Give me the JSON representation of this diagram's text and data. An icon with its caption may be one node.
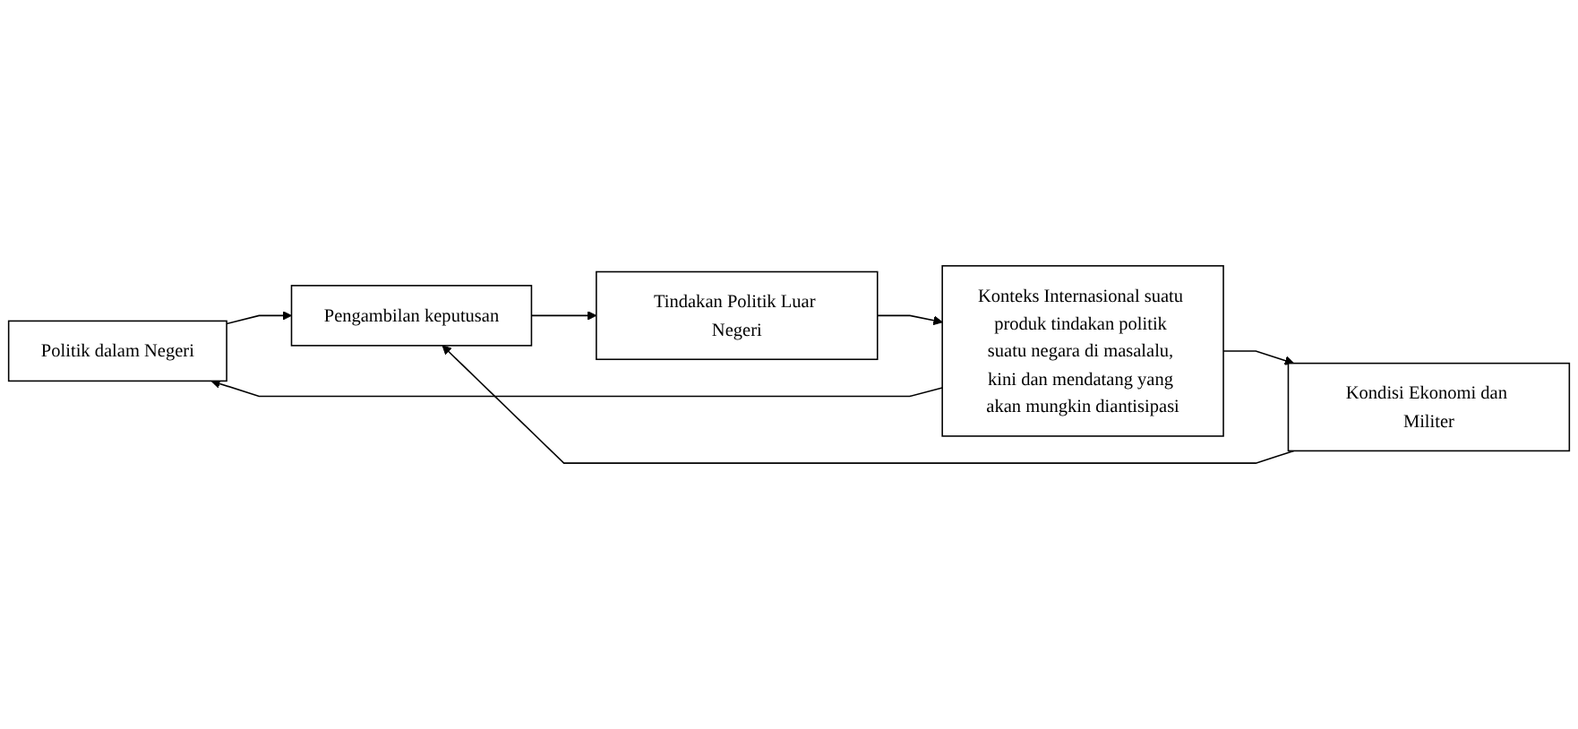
{
  "diagram": {
    "nodes": [
      {
        "text": [
          "Politik dalam Negeri"
        ]
      },
      {
        "text": [
          "Pengambilan keputusan"
        ]
      },
      {
        "text": [
          "Kondisi Ekonomi dan Militer"
        ]
      },
      {
        "text": [
          "Tindakan Politik Luar Negeri"
        ]
      },
      {
        "text": [
          "Konteks Internasional suatu produk tindakan politik suatu negara di masalalu, kini dan mendatang yang akan mungkin diantisipasi"
        ]
      }
    ],
    "edges": [
      {
        "from": 0,
        "to": 1,
        "arrow": "to"
      },
      {
        "from": 2,
        "to": 1,
        "arrow": "to"
      },
      {
        "from": 1,
        "to": 3,
        "arrow": "to"
      },
      {
        "from": 3,
        "to": 4,
        "arrow": "to"
      },
      {
        "from": 4,
        "to": 0,
        "arrow": "to"
      },
      {
        "from": 4,
        "to": 2,
        "arrow": "to"
      }
    ]
  }
}
